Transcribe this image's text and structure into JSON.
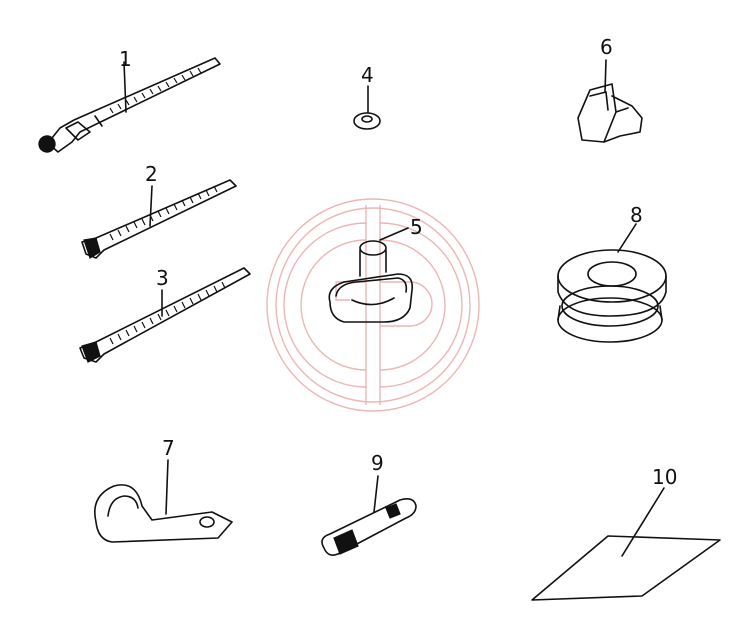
{
  "diagram": {
    "parts": [
      {
        "id": "part-1",
        "label": "1"
      },
      {
        "id": "part-2",
        "label": "2"
      },
      {
        "id": "part-3",
        "label": "3"
      },
      {
        "id": "part-4",
        "label": "4"
      },
      {
        "id": "part-5",
        "label": "5"
      },
      {
        "id": "part-6",
        "label": "6"
      },
      {
        "id": "part-7",
        "label": "7"
      },
      {
        "id": "part-8",
        "label": "8"
      },
      {
        "id": "part-9",
        "label": "9"
      },
      {
        "id": "part-10",
        "label": "10"
      }
    ],
    "watermark": {
      "icon": "gp-logo-watermark-icon",
      "color": "#e9a9a9"
    },
    "ink_color": "#111111"
  }
}
